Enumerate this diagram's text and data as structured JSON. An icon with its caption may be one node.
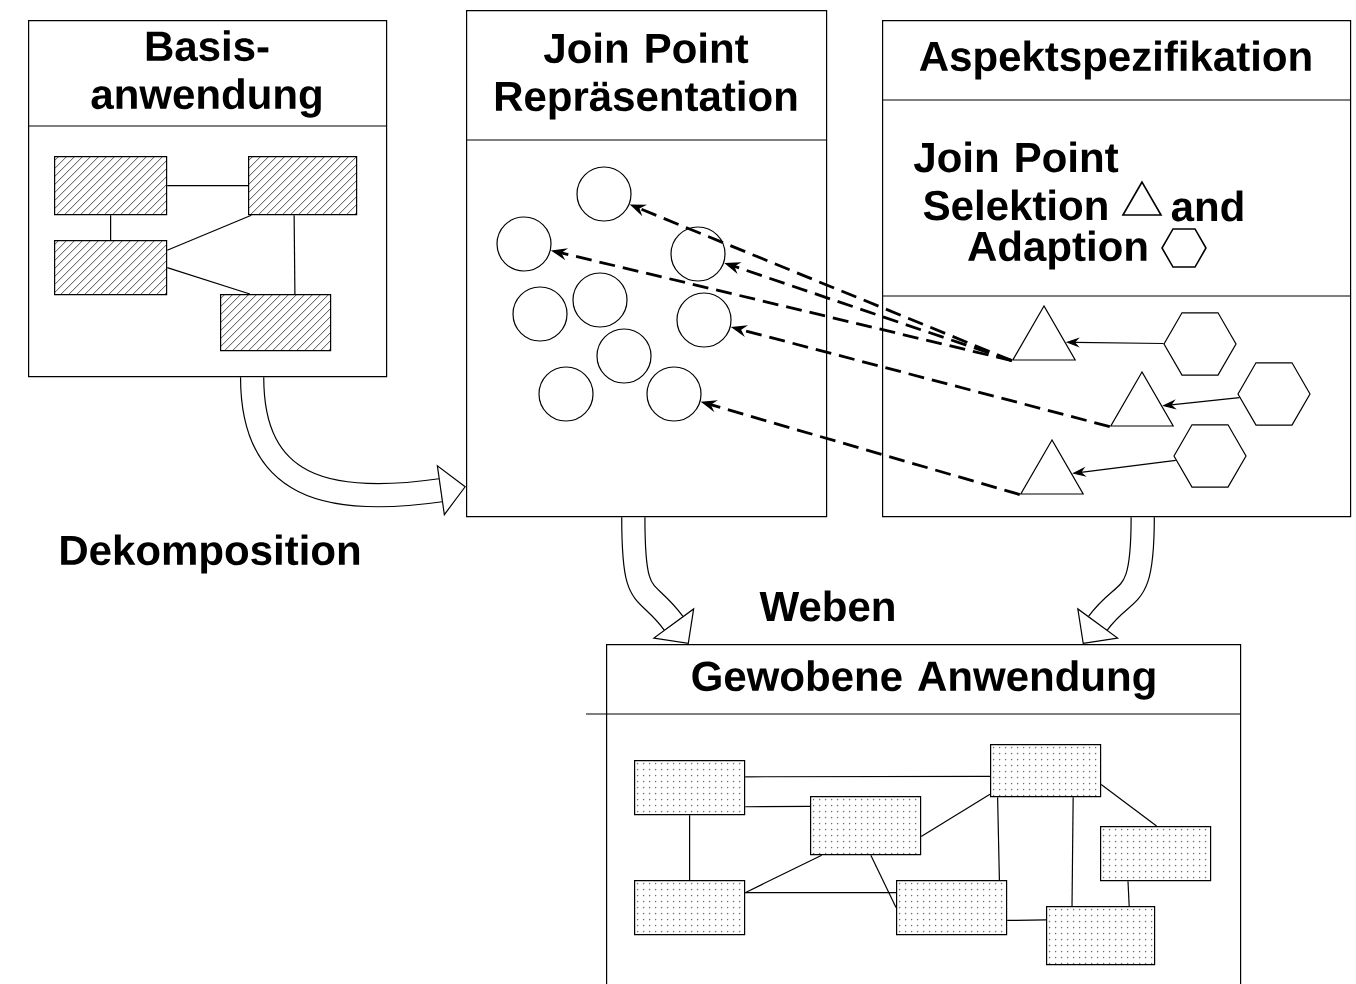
{
  "diagram": {
    "nodes": [
      {
        "text": [
          "Basis- anwendung"
        ]
      },
      {
        "text": [],
        "shape": "box",
        "in": 0
      },
      {
        "text": [],
        "shape": "box",
        "in": 0
      },
      {
        "text": [],
        "shape": "box",
        "in": 0
      },
      {
        "text": [],
        "shape": "box",
        "in": 0
      },
      {
        "text": [
          "Join Point Repräsentation"
        ]
      },
      {
        "text": [],
        "shape": "circle",
        "in": 5
      },
      {
        "text": [],
        "shape": "circle",
        "in": 5
      },
      {
        "text": [],
        "shape": "circle",
        "in": 5
      },
      {
        "text": [],
        "shape": "circle",
        "in": 5
      },
      {
        "text": [],
        "shape": "circle",
        "in": 5
      },
      {
        "text": [],
        "shape": "circle",
        "in": 5
      },
      {
        "text": [],
        "shape": "circle",
        "in": 5
      },
      {
        "text": [],
        "shape": "circle",
        "in": 5
      },
      {
        "text": [],
        "shape": "circle",
        "in": 5
      },
      {
        "text": [
          "Aspektspezifikation",
          "Join Point Selektion",
          "and",
          "Adaption"
        ]
      },
      {
        "text": [],
        "shape": "triangle",
        "in": 15
      },
      {
        "text": [],
        "shape": "triangle",
        "in": 15
      },
      {
        "text": [],
        "shape": "triangle",
        "in": 15
      },
      {
        "text": [],
        "shape": "hexagon",
        "in": 15
      },
      {
        "text": [],
        "shape": "hexagon",
        "in": 15
      },
      {
        "text": [],
        "shape": "hexagon",
        "in": 15
      },
      {
        "text": [
          "Gewobene Anwendung"
        ]
      },
      {
        "text": [],
        "shape": "box",
        "in": 22
      },
      {
        "text": [],
        "shape": "box",
        "in": 22
      },
      {
        "text": [],
        "shape": "box",
        "in": 22
      },
      {
        "text": [],
        "shape": "box",
        "in": 22
      },
      {
        "text": [],
        "shape": "box",
        "in": 22
      },
      {
        "text": [],
        "shape": "box",
        "in": 22
      },
      {
        "text": [],
        "shape": "box",
        "in": 22
      }
    ],
    "edges": [
      {
        "from": 1,
        "to": 2,
        "arrow": "none"
      },
      {
        "from": 1,
        "to": 3,
        "arrow": "none"
      },
      {
        "from": 3,
        "to": 2,
        "arrow": "none"
      },
      {
        "from": 3,
        "to": 4,
        "arrow": "none"
      },
      {
        "from": 2,
        "to": 4,
        "arrow": "none"
      },
      {
        "from": 16,
        "to": 6,
        "arrow": "to",
        "style": "dashed"
      },
      {
        "from": 16,
        "to": 7,
        "arrow": "to",
        "style": "dashed"
      },
      {
        "from": 16,
        "to": 8,
        "arrow": "to",
        "style": "dashed"
      },
      {
        "from": 17,
        "to": 10,
        "arrow": "to",
        "style": "dashed"
      },
      {
        "from": 18,
        "to": 14,
        "arrow": "to",
        "style": "dashed"
      },
      {
        "from": 19,
        "to": 16,
        "arrow": "to"
      },
      {
        "from": 20,
        "to": 17,
        "arrow": "to"
      },
      {
        "from": 21,
        "to": 18,
        "arrow": "to"
      },
      {
        "from": 0,
        "to": 5,
        "arrow": "to",
        "style": "thick",
        "label": "Dekomposition"
      },
      {
        "from": 5,
        "to": 22,
        "arrow": "to",
        "style": "thick"
      },
      {
        "from": 15,
        "to": 22,
        "arrow": "to",
        "style": "thick"
      },
      {
        "from": 24,
        "to": 23,
        "arrow": "none"
      },
      {
        "from": 24,
        "to": 25,
        "arrow": "none"
      },
      {
        "from": 24,
        "to": 27,
        "arrow": "none"
      },
      {
        "from": 25,
        "to": 23,
        "arrow": "none"
      },
      {
        "from": 25,
        "to": 27,
        "arrow": "none"
      },
      {
        "from": 25,
        "to": 28,
        "arrow": "none"
      },
      {
        "from": 27,
        "to": 28,
        "arrow": "none"
      },
      {
        "from": 28,
        "to": 29,
        "arrow": "none"
      },
      {
        "from": 23,
        "to": 28,
        "arrow": "none"
      },
      {
        "from": 23,
        "to": 29,
        "arrow": "none"
      },
      {
        "from": 23,
        "to": 26,
        "arrow": "none"
      },
      {
        "from": 26,
        "to": 29,
        "arrow": "none"
      }
    ],
    "labels": [
      "Weben"
    ]
  }
}
